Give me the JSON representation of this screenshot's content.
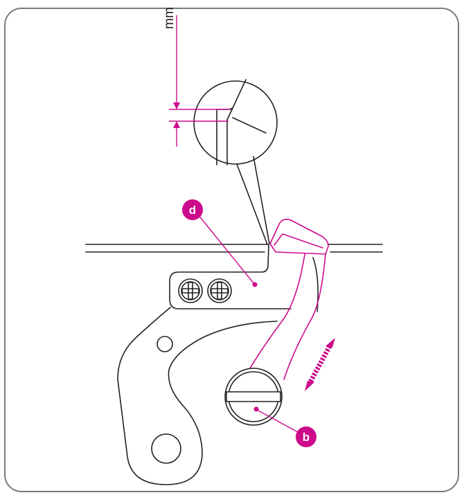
{
  "labels": {
    "dimension_unit": "mm",
    "callout_d": "d",
    "callout_b": "b"
  },
  "colors": {
    "line": "#231f20",
    "accent": "#cc0a8b",
    "background": "#ffffff"
  }
}
